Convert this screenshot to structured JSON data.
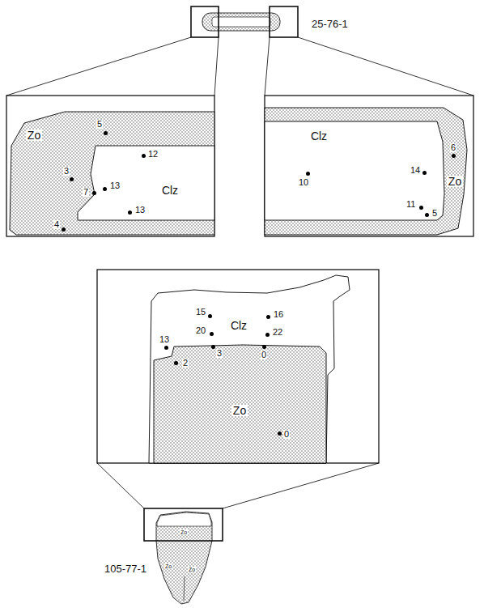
{
  "diagram": {
    "nodes": [
      {
        "text": [
          "Zo"
        ]
      },
      {
        "text": [
          "Clz"
        ],
        "in": 0
      },
      {
        "text": [
          "Zo"
        ]
      },
      {
        "text": [
          "Clz"
        ],
        "in": 2
      },
      {
        "text": [
          "Clz"
        ]
      },
      {
        "text": [
          "Zo"
        ],
        "in": 4
      }
    ],
    "labels": [
      "25-76-1",
      "5",
      "12",
      "3",
      "7",
      "13",
      "13",
      "4",
      "6",
      "10",
      "14",
      "11",
      "5",
      "15",
      "16",
      "20",
      "22",
      "13",
      "3",
      "2",
      "0",
      "0",
      "Zo",
      "Zo",
      "Zo",
      "105-77-1"
    ]
  }
}
